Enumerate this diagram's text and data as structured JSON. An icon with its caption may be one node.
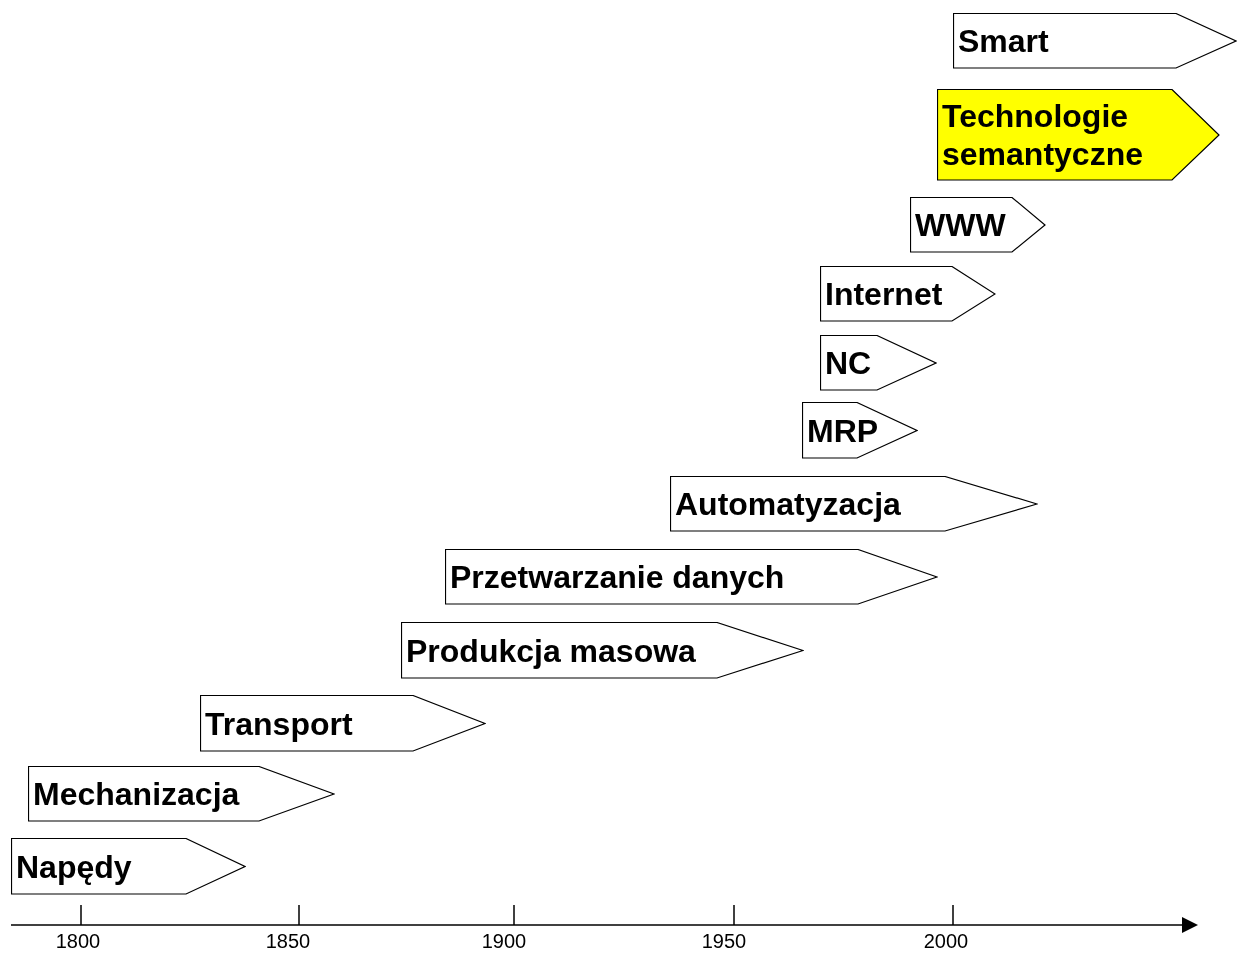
{
  "diagram": {
    "nodes": [
      {
        "text": [
          "Smart"
        ]
      },
      {
        "text": [
          "Technologie semantyczne"
        ]
      },
      {
        "text": [
          "WWW"
        ]
      },
      {
        "text": [
          "Internet"
        ]
      },
      {
        "text": [
          "NC"
        ]
      },
      {
        "text": [
          "MRP"
        ]
      },
      {
        "text": [
          "Automatyzacja"
        ]
      },
      {
        "text": [
          "Przetwarzanie danych"
        ]
      },
      {
        "text": [
          "Produkcja masowa"
        ]
      },
      {
        "text": [
          "Transport"
        ]
      },
      {
        "text": [
          "Mechanizacja"
        ]
      },
      {
        "text": [
          "Napędy"
        ]
      }
    ],
    "labels": [
      "1800",
      "1850",
      "1900",
      "1950",
      "2000"
    ]
  }
}
